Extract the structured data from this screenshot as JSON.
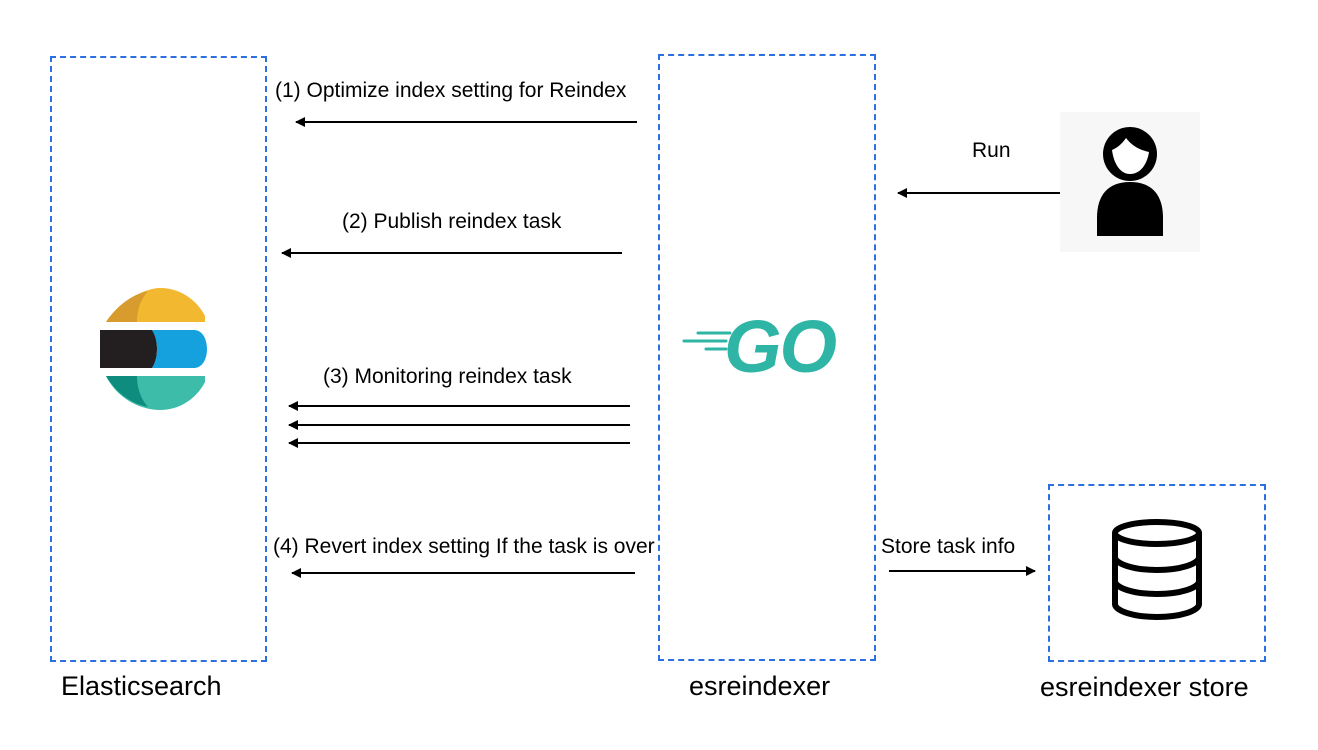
{
  "nodes": {
    "elasticsearch": {
      "label": "Elasticsearch",
      "icon": "elasticsearch-logo"
    },
    "esreindexer": {
      "label": "esreindexer",
      "icon": "go-logo",
      "logo_text": "GO"
    },
    "store": {
      "label": "esreindexer store",
      "icon": "database-icon"
    },
    "user": {
      "icon": "user-icon"
    }
  },
  "arrows": {
    "step1": "(1) Optimize index setting for Reindex",
    "step2": "(2) Publish reindex task",
    "step3": "(3) Monitoring reindex task",
    "step4": "(4) Revert index setting If the task is over",
    "run": "Run",
    "store": "Store task info"
  },
  "colors": {
    "box_border": "#2b6fe0",
    "go_teal": "#2fb5a5",
    "elastic_yellow": "#f2b930",
    "elastic_orange": "#d89b2e",
    "elastic_black": "#231f20",
    "elastic_blue": "#14a1dd",
    "elastic_teal": "#3dbcaa",
    "elastic_dark_teal": "#0e8c7e"
  }
}
